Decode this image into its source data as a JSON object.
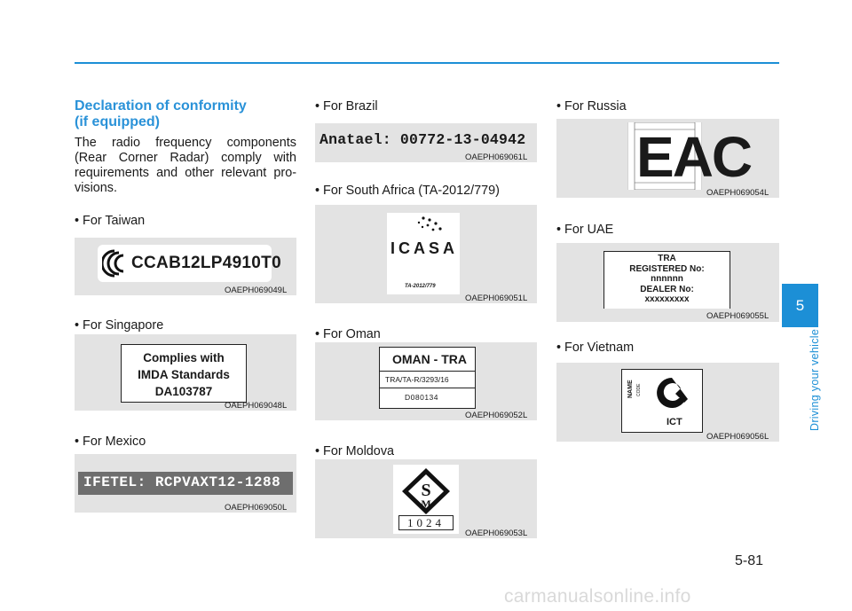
{
  "section": {
    "heading_line1": "Declaration of conformity",
    "heading_line2": "(if equipped)",
    "body": "The radio frequency components (Rear Corner Radar) comply with requirements and other relevant pro-visions."
  },
  "items": {
    "taiwan": {
      "bullet": "• For Taiwan",
      "label": "CCAB12LP4910T0",
      "code": "OAEPH069049L"
    },
    "singapore": {
      "bullet": "• For Singapore",
      "line1": "Complies with",
      "line2": "IMDA Standards",
      "line3": "DA103787",
      "code": "OAEPH069048L"
    },
    "mexico": {
      "bullet": "• For Mexico",
      "label": "IFETEL: RCPVAXT12-1288",
      "code": "OAEPH069050L"
    },
    "brazil": {
      "bullet": "• For Brazil",
      "label": "Anatael: 00772-13-04942",
      "code": "OAEPH069061L"
    },
    "south_africa": {
      "bullet": "• For South Africa (TA-2012/779)",
      "label": "ICASA",
      "sub": "TA-2012/779",
      "code": "OAEPH069051L"
    },
    "oman": {
      "bullet": "• For Oman",
      "title": "OMAN - TRA",
      "line2": "TRA/TA-R/3293/16",
      "line3": "D080134",
      "code": "OAEPH069052L"
    },
    "moldova": {
      "bullet": "• For Moldova",
      "number": "1024",
      "code": "OAEPH069053L"
    },
    "russia": {
      "bullet": "• For Russia",
      "label": "EAC",
      "code": "OAEPH069054L"
    },
    "uae": {
      "bullet": "• For UAE",
      "line1": "TRA",
      "line2": "REGISTERED No:",
      "line3": "nnnnnn",
      "line4": "DEALER No:",
      "line5": "xxxxxxxxx",
      "code": "OAEPH069055L"
    },
    "vietnam": {
      "bullet": "• For Vietnam",
      "name": "NAME",
      "small": "CODE",
      "ict": "ICT",
      "code": "OAEPH069056L"
    }
  },
  "side_tab": {
    "number": "5",
    "text": "Driving your vehicle"
  },
  "page_number": "5-81",
  "watermark": "carmanualsonline.info",
  "colors": {
    "accent": "#1c8fd6",
    "panel": "#e3e3e3"
  }
}
